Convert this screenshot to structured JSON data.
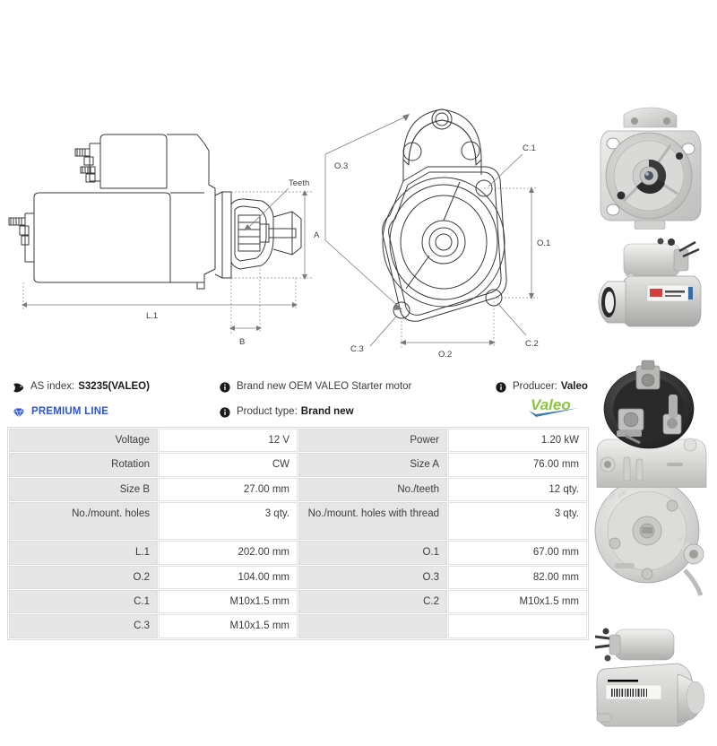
{
  "info": {
    "as_index_label": "AS index:",
    "as_index_value": "S3235(VALEO)",
    "premium_line": "PREMIUM LINE",
    "description": "Brand new OEM VALEO Starter motor",
    "product_type_label": "Product type:",
    "product_type_value": "Brand new",
    "producer_label": "Producer:",
    "producer_value": "Valeo",
    "brand_logo_text": "Valeo",
    "icons": {
      "tag": "tag-icon",
      "diamond": "diamond-icon",
      "info": "info-icon"
    },
    "colors": {
      "premium_blue": "#2a56d6",
      "valeo_green": "#8bc53f",
      "valeo_blue": "#3e7cae",
      "label_bg": "#e6e6e6",
      "text": "#3c3c3c"
    }
  },
  "drawings": {
    "side_view": {
      "labels": [
        "Teeth",
        "A",
        "B",
        "L.1"
      ]
    },
    "front_view": {
      "labels": [
        "O.3",
        "C.1",
        "O.1",
        "C.2",
        "C.3",
        "O.2"
      ]
    }
  },
  "spec_table": {
    "rows": [
      {
        "l1": "Voltage",
        "v1": "12 V",
        "l2": "Power",
        "v2": "1.20 kW"
      },
      {
        "l1": "Rotation",
        "v1": "CW",
        "l2": "Size A",
        "v2": "76.00 mm"
      },
      {
        "l1": "Size B",
        "v1": "27.00 mm",
        "l2": "No./teeth",
        "v2": "12 qty."
      },
      {
        "l1": "No./mount. holes",
        "v1": "3 qty.",
        "l2": "No./mount. holes with thread",
        "v2": "3 qty.",
        "tall": true
      },
      {
        "l1": "L.1",
        "v1": "202.00 mm",
        "l2": "O.1",
        "v2": "67.00 mm"
      },
      {
        "l1": "O.2",
        "v1": "104.00 mm",
        "l2": "O.3",
        "v2": "82.00 mm"
      },
      {
        "l1": "C.1",
        "v1": "M10x1.5 mm",
        "l2": "C.2",
        "v2": "M10x1.5 mm"
      },
      {
        "l1": "C.3",
        "v1": "M10x1.5 mm",
        "l2": "",
        "v2": ""
      }
    ]
  },
  "photos": [
    {
      "name": "starter-front-view-photo"
    },
    {
      "name": "starter-side-view-photo"
    },
    {
      "name": "starter-solenoid-terminals-photo"
    },
    {
      "name": "starter-rear-drive-end-photo"
    },
    {
      "name": "starter-angled-view-photo"
    }
  ]
}
